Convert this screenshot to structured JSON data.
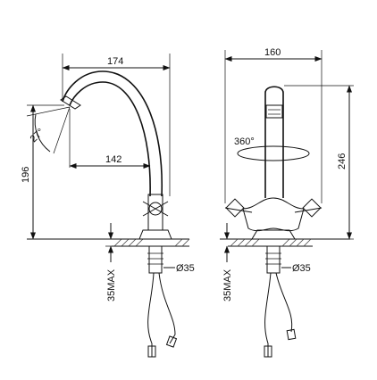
{
  "diagram": {
    "side_view": {
      "width_dim": "174",
      "height_dim": "196",
      "reach_dim": "142",
      "angle_dim": "27°",
      "deck_dim": "35MAX",
      "hole_dim": "Ø35"
    },
    "front_view": {
      "width_dim": "160",
      "height_dim": "246",
      "rotation_dim": "360°",
      "deck_dim": "35MAX",
      "hole_dim": "Ø35"
    }
  }
}
